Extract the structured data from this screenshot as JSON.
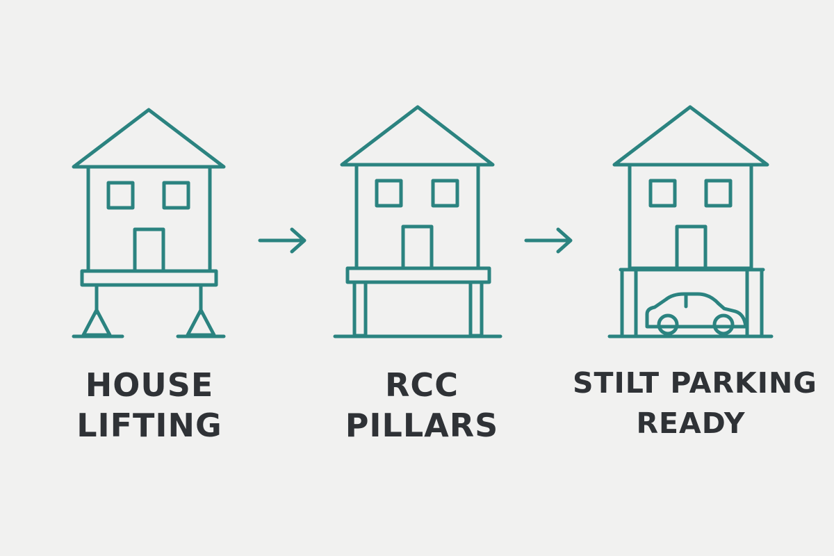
{
  "colors": {
    "background": "#f1f1f0",
    "line": "#2b8380",
    "text": "#2f3236"
  },
  "steps": [
    {
      "label_line1": "HOUSE",
      "label_line2": "LIFTING",
      "icon": "house-on-jacks-icon"
    },
    {
      "label_line1": "RCC",
      "label_line2": "PILLARS",
      "icon": "house-on-pillars-icon"
    },
    {
      "label_line1": "STILT PARKING",
      "label_line2": "READY",
      "icon": "house-with-stilt-parking-icon"
    }
  ],
  "connector_icon": "arrow-right-icon"
}
